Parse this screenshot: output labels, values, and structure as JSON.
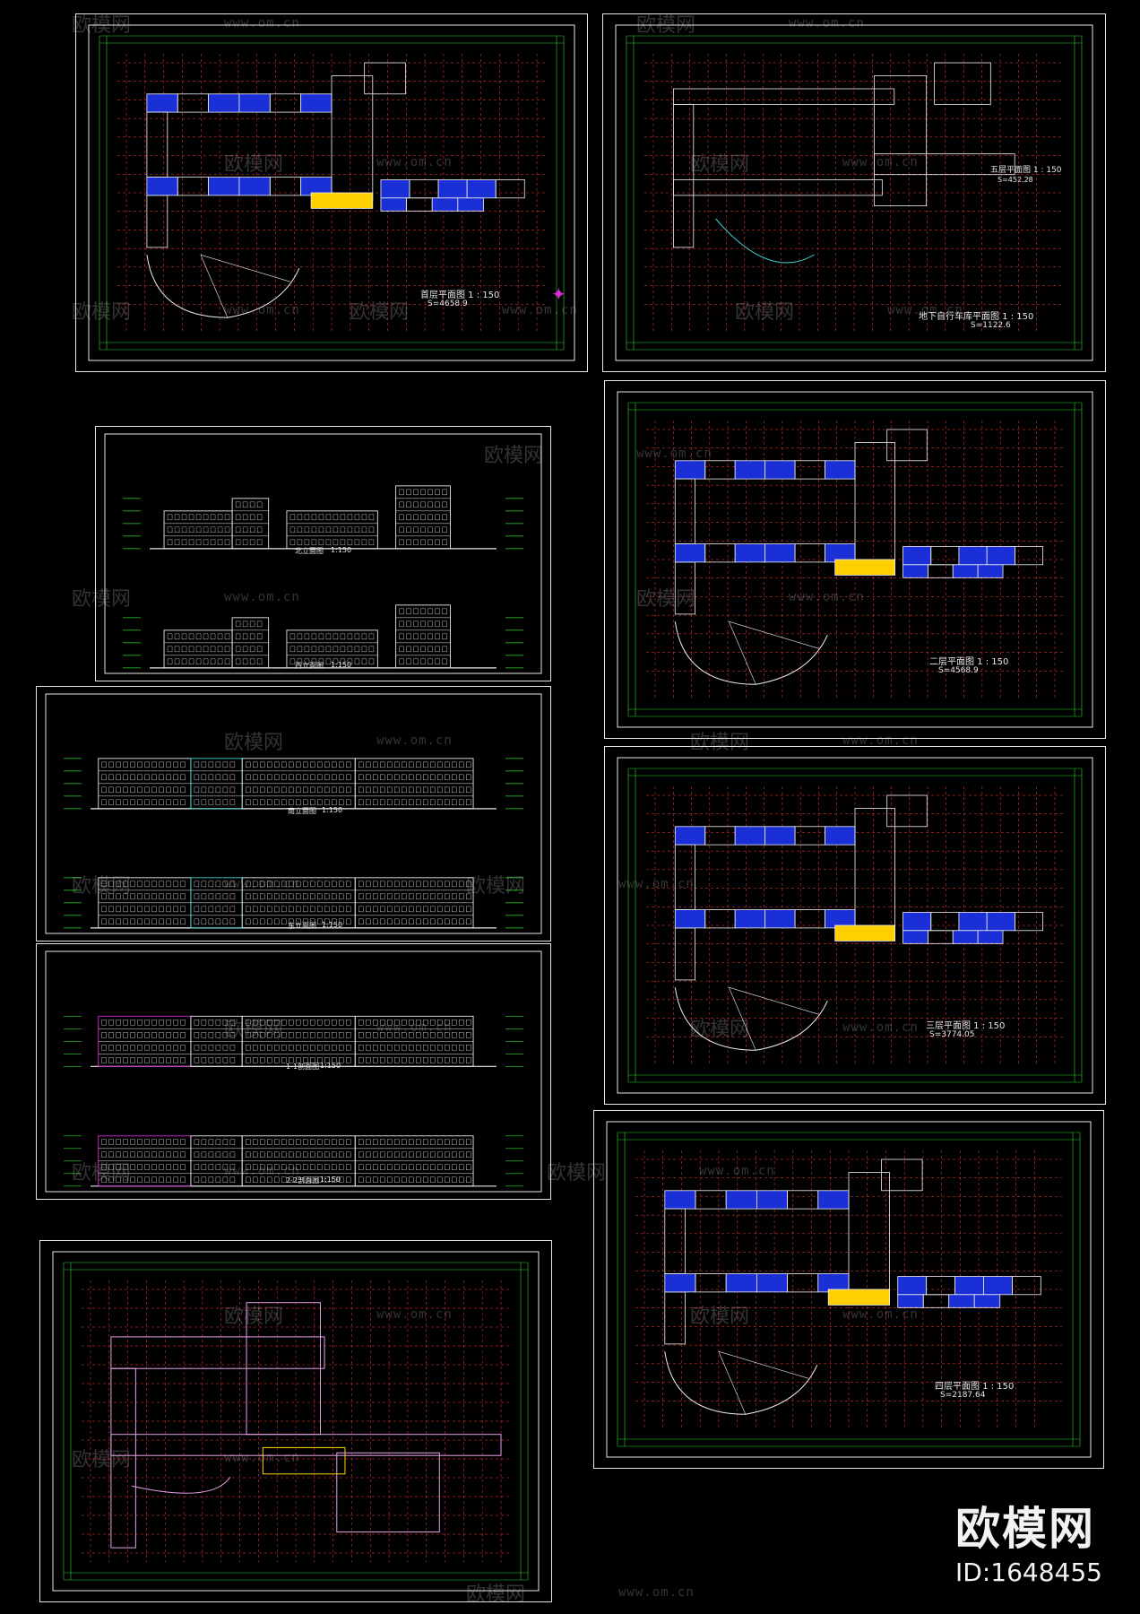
{
  "sheets": {
    "floor1": {
      "title": "首层平面图  1 : 150",
      "area": "S=4658.9"
    },
    "basement": {
      "title": "地下自行车库平面图  1 : 150",
      "area": "S=1122.6"
    },
    "floor5": {
      "title": "五层平面图  1 : 150",
      "area": "S=452.28"
    },
    "floor2": {
      "title": "二层平面图  1 : 150",
      "area": "S=4568.9"
    },
    "floor3": {
      "title": "三层平面图  1 : 150",
      "area": "S=3774.05"
    },
    "floor4": {
      "title": "四层平面图  1 : 150",
      "area": "S=2187.64"
    },
    "elev_north": {
      "title": "北立面图",
      "scale": "1:150"
    },
    "elev_west": {
      "title": "西立面图",
      "scale": "1:150"
    },
    "elev_south": {
      "title": "南立面图",
      "scale": "1:150"
    },
    "elev_east": {
      "title": "东立面图",
      "scale": "1:150"
    },
    "section_11": {
      "title": "1-1剖面图",
      "scale": "1:150"
    },
    "section_22": {
      "title": "2-2剖面图",
      "scale": "1:150"
    }
  },
  "watermark": {
    "brand": "欧模网",
    "url": "www.om.cn"
  },
  "badge": {
    "name": "欧模网",
    "id": "ID:1648455"
  },
  "colors": {
    "line": "#e8e8e8",
    "grid": "#ff3b3b",
    "dim": "#32d232",
    "wall": "#f0f0f0",
    "room": "#1a2fd6",
    "cyan": "#3fd0d0",
    "yellow": "#ffd000",
    "magenta": "#d82bd8"
  }
}
